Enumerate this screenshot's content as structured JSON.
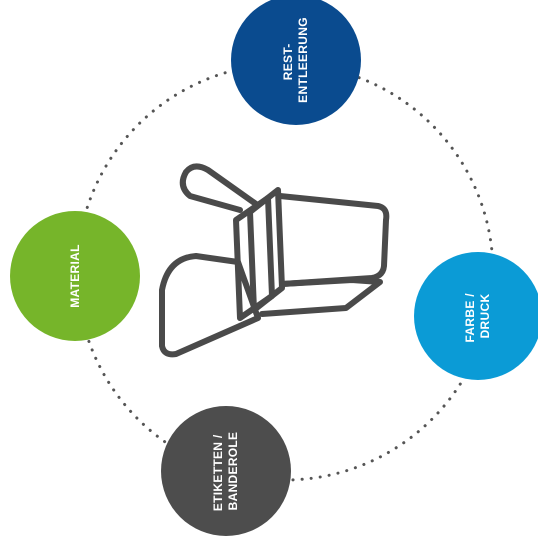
{
  "diagram": {
    "nodes": [
      {
        "id": "restentleerung",
        "lines": [
          "REST-",
          "ENTLEERUNG"
        ],
        "color": "#0a4b8f"
      },
      {
        "id": "farbe-druck",
        "lines": [
          "FARBE /",
          "DRUCK"
        ],
        "color": "#0b9bd6"
      },
      {
        "id": "etiketten-banderole",
        "lines": [
          "ETIKETTEN /",
          "BANDEROLE"
        ],
        "color": "#4d4d4d"
      },
      {
        "id": "material",
        "lines": [
          "MATERIAL"
        ],
        "color": "#76b52a"
      }
    ],
    "ring_color": "#555555",
    "icon": {
      "name": "paint-bucket-tipping-icon",
      "stroke_color": "#4a4a4a"
    }
  }
}
